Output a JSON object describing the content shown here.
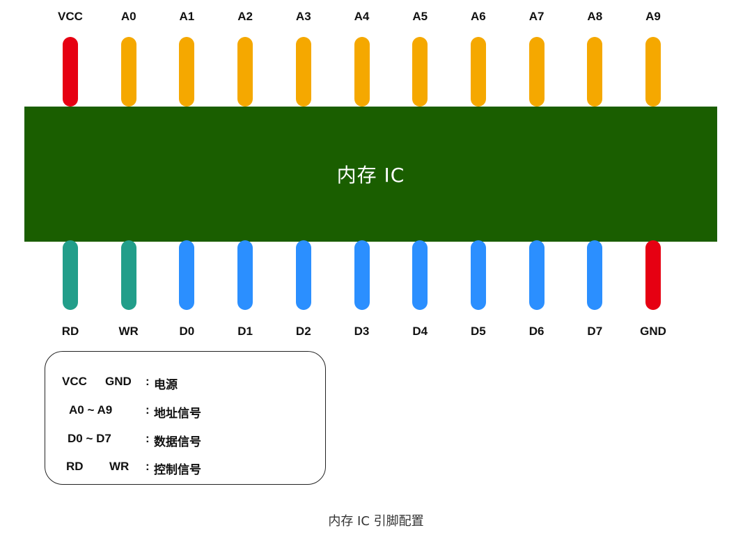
{
  "top_pins": [
    {
      "label": "VCC",
      "color": "#e60012"
    },
    {
      "label": "A0",
      "color": "#f5a800"
    },
    {
      "label": "A1",
      "color": "#f5a800"
    },
    {
      "label": "A2",
      "color": "#f5a800"
    },
    {
      "label": "A3",
      "color": "#f5a800"
    },
    {
      "label": "A4",
      "color": "#f5a800"
    },
    {
      "label": "A5",
      "color": "#f5a800"
    },
    {
      "label": "A6",
      "color": "#f5a800"
    },
    {
      "label": "A7",
      "color": "#f5a800"
    },
    {
      "label": "A8",
      "color": "#f5a800"
    },
    {
      "label": "A9",
      "color": "#f5a800"
    }
  ],
  "bottom_pins": [
    {
      "label": "RD",
      "color": "#229e8a"
    },
    {
      "label": "WR",
      "color": "#229e8a"
    },
    {
      "label": "D0",
      "color": "#2b8fff"
    },
    {
      "label": "D1",
      "color": "#2b8fff"
    },
    {
      "label": "D2",
      "color": "#2b8fff"
    },
    {
      "label": "D3",
      "color": "#2b8fff"
    },
    {
      "label": "D4",
      "color": "#2b8fff"
    },
    {
      "label": "D5",
      "color": "#2b8fff"
    },
    {
      "label": "D6",
      "color": "#2b8fff"
    },
    {
      "label": "D7",
      "color": "#2b8fff"
    },
    {
      "label": "GND",
      "color": "#e60012"
    }
  ],
  "chip": {
    "label": "内存 IC",
    "color": "#1a5e00"
  },
  "legend": {
    "rows": [
      {
        "sig_a": "VCC",
        "sig_b": "GND",
        "colon": ":",
        "desc": "电源"
      },
      {
        "sig_a": "A0 ~ A9",
        "sig_b": "",
        "colon": ":",
        "desc": "地址信号"
      },
      {
        "sig_a": "D0 ~ D7",
        "sig_b": "",
        "colon": ":",
        "desc": "数据信号"
      },
      {
        "sig_a": "RD",
        "sig_b": "WR",
        "colon": ":",
        "desc": "控制信号"
      }
    ]
  },
  "caption": "内存 IC 引脚配置"
}
